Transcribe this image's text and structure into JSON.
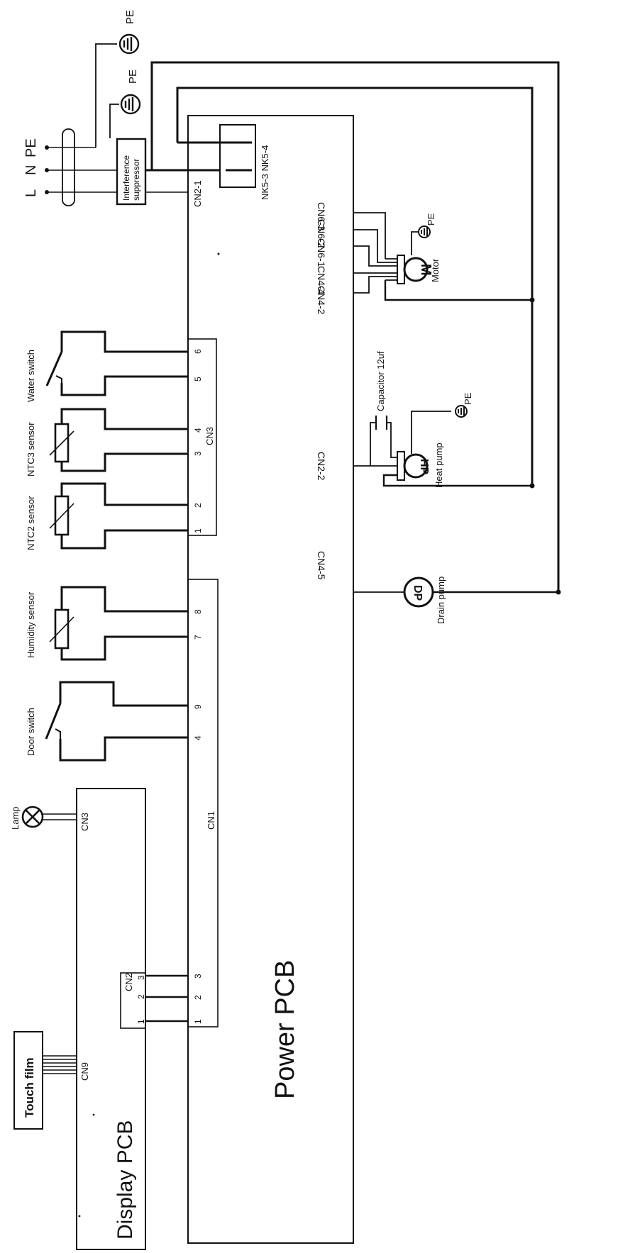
{
  "power_pcb": {
    "title": "Power PCB",
    "cn1": "CN1",
    "cn3": "CN3",
    "cn2_1": "CN2-1",
    "nk53": "NK5-3",
    "nk54": "NK5-4"
  },
  "display_pcb": {
    "title": "Display PCB",
    "cn3": "CN3",
    "cn9": "CN9",
    "cn2": "CN2"
  },
  "touch_film": "Touch film",
  "mains": {
    "L": "L",
    "N": "N",
    "PE": "PE"
  },
  "suppressor": {
    "line1": "Interference",
    "line2": "suppressor"
  },
  "pe": "PE",
  "lamp": "Lamp",
  "components": {
    "door_switch": "Door switch",
    "humidity_sensor": "Humidity sensor",
    "ntc2": "NTC2 sensor",
    "ntc3": "NTC3 sensor",
    "water_switch": "Water switch"
  },
  "pins": {
    "p1": "1",
    "p2": "2",
    "p3": "3",
    "p4": "4",
    "p5": "5",
    "p6": "6",
    "p7": "7",
    "p8": "8",
    "p9": "9"
  },
  "connectors": {
    "cn6_3": "CN6-3",
    "cn6_2": "CN6-2",
    "cn6_1": "CN6-1",
    "cn4_4": "CN4-4",
    "cn4_2": "CN4-2",
    "cn2_2": "CN2-2",
    "cn4_5": "CN4-5"
  },
  "motor": {
    "symbol": "M",
    "label": "Motor"
  },
  "heat_pump": {
    "symbol": "HP",
    "label": "Heat pump"
  },
  "capacitor": "Capacitor 12uf",
  "drain_pump": {
    "symbol": "DP",
    "label": "Drain pump"
  }
}
